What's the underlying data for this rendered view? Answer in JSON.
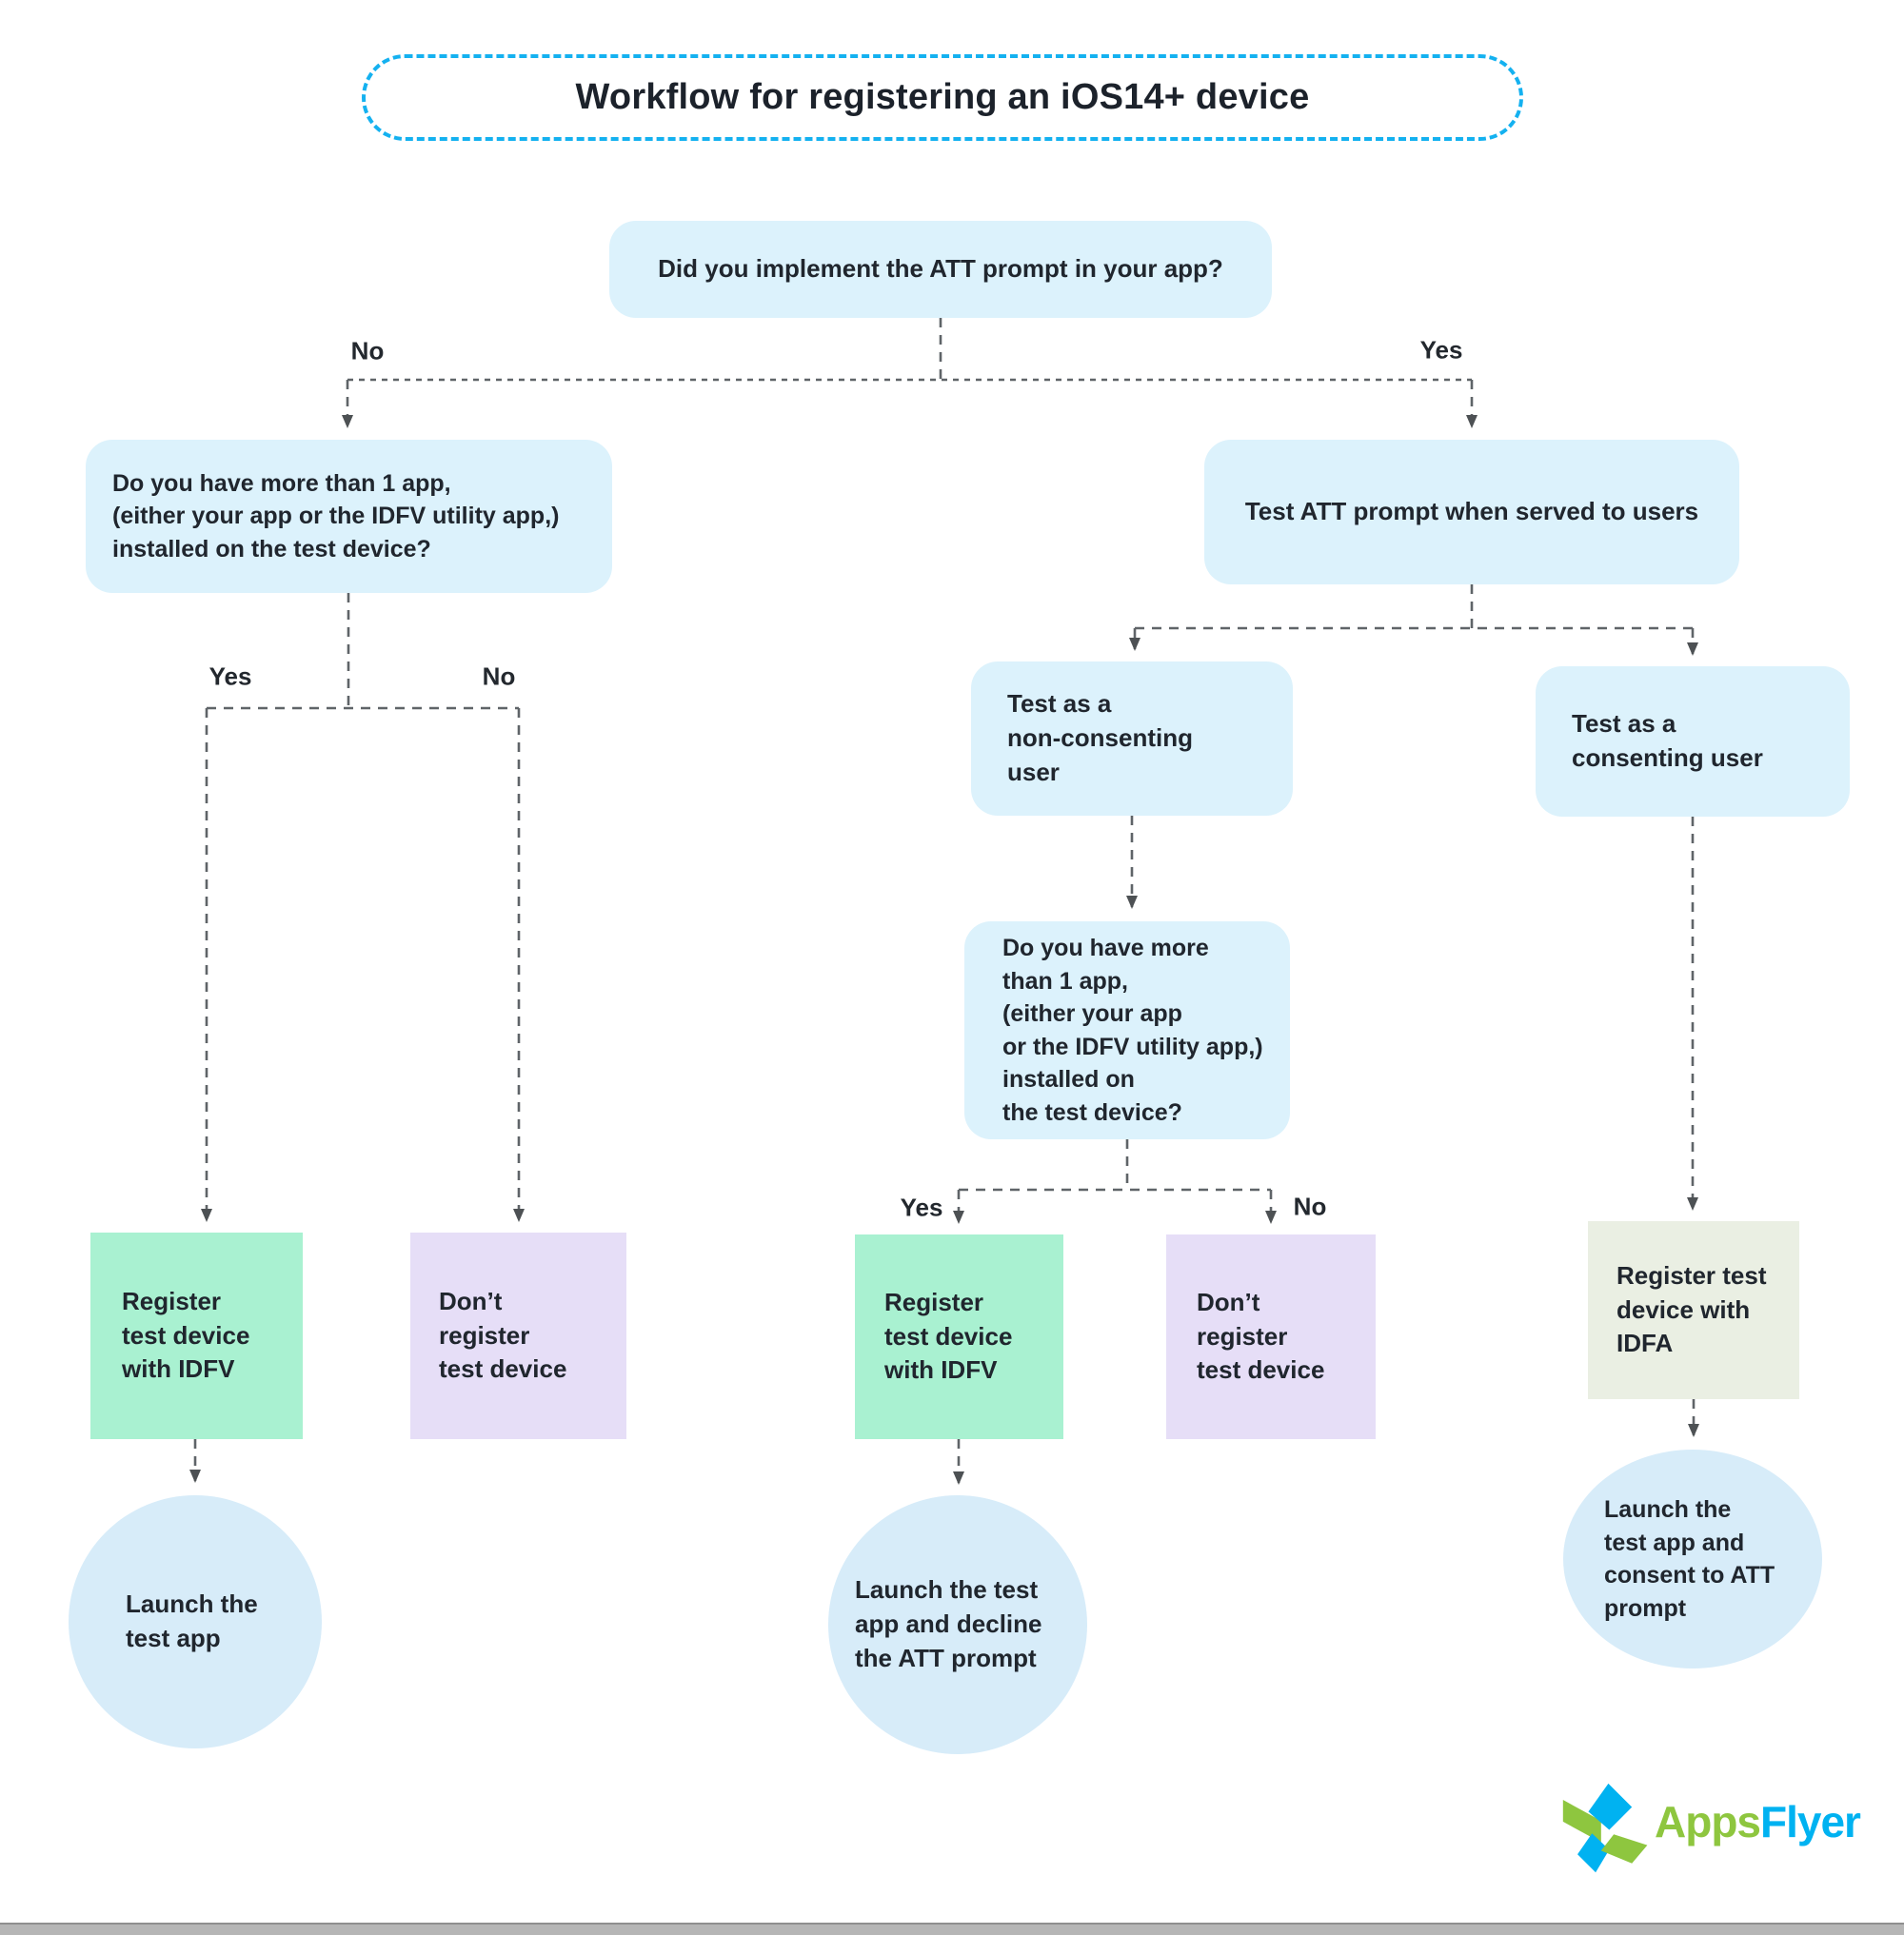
{
  "title": "Workflow for registering an iOS14+ device",
  "nodes": {
    "q_att": "Did you implement the ATT prompt in your app?",
    "q_apps_left": "Do you have more than 1 app,\n(either your app or the IDFV utility app,)\ninstalled on the test device?",
    "test_att": "Test ATT prompt when served to users",
    "non_consenting": "Test as a\nnon-consenting\nuser",
    "consenting": "Test as a\nconsenting user",
    "q_apps_mid": "Do you have more\nthan 1 app,\n(either your app\nor the IDFV utility app,)\ninstalled on\nthe test device?",
    "register_idfv_left": "Register\ntest device\nwith IDFV",
    "dont_register_left": "Don’t\nregister\ntest device",
    "register_idfv_mid": "Register\ntest device\nwith IDFV",
    "dont_register_mid": "Don’t\nregister\ntest device",
    "register_idfa": "Register test\ndevice with\nIDFA",
    "launch_left": "Launch the\ntest app",
    "launch_mid": "Launch the test\napp and decline\nthe ATT prompt",
    "launch_right": "Launch the\ntest app and\nconsent to ATT\nprompt"
  },
  "edge_labels": {
    "no_root": "No",
    "yes_root": "Yes",
    "yes_left": "Yes",
    "no_left": "No",
    "yes_mid": "Yes",
    "no_mid": "No"
  },
  "logo": {
    "part1": "Apps",
    "part2": "Flyer"
  },
  "colors": {
    "title-border": "#14b1f0",
    "node-blue": "#dcf2fc",
    "circle-blue": "#d7ecf9",
    "mint-green": "#a9f1d1",
    "lavender": "#e6def7",
    "sage": "#eaefe3",
    "line-gray": "#5f6468",
    "text-dark": "#20262e",
    "logo-green": "#8ec63f",
    "logo-blue": "#00b2f1"
  }
}
